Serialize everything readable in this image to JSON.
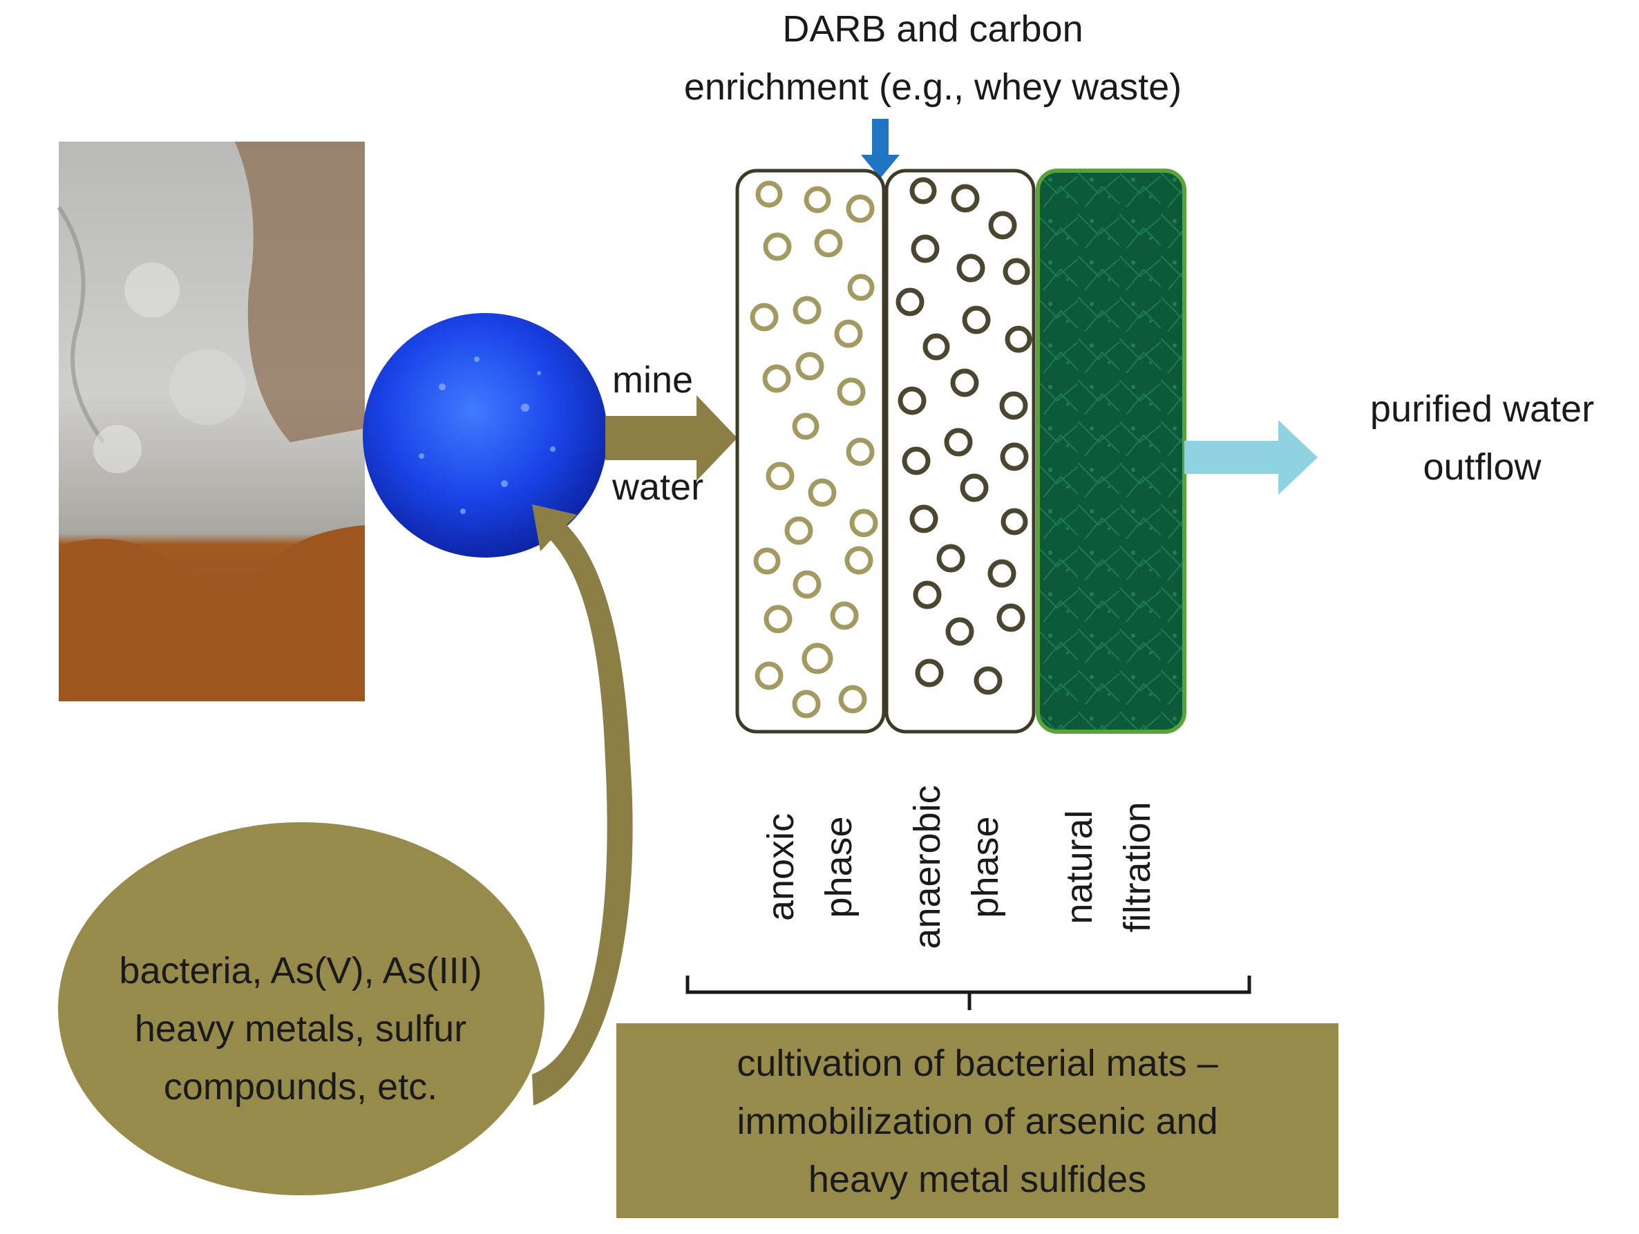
{
  "diagram": {
    "top_input": {
      "line1": "DARB  and carbon",
      "line2": "enrichment (e.g.,  whey waste)"
    },
    "mine_water": {
      "line1": "mine",
      "line2": "water"
    },
    "outflow": {
      "line1": "purified water",
      "line2": "outflow"
    },
    "phases": [
      {
        "line1": "anoxic",
        "line2": "phase"
      },
      {
        "line1": "anaerobic",
        "line2": "phase"
      },
      {
        "line1": "natural",
        "line2": "filtration"
      }
    ],
    "contaminants": {
      "line1": "bacteria, As(V),  As(III)",
      "line2": "heavy metals, sulfur",
      "line3": "compounds, etc."
    },
    "cultivation": {
      "line1": "cultivation of bacterial mats –",
      "line2": "immobilization of arsenic and",
      "line3": "heavy metal sulfides"
    },
    "colors": {
      "olive": "#978b4c",
      "olive_dark": "#8c7f45",
      "blue_sphere": "#1a44e8",
      "input_arrow": "#1f74c4",
      "outflow_arrow": "#8fd3e3",
      "filtration_green": "#0d5a3a",
      "filtration_border": "#5aa33a",
      "anoxic_circle": "#a39a62",
      "anaerobic_circle": "#4a4630",
      "column_border": "#3d3a26"
    }
  }
}
